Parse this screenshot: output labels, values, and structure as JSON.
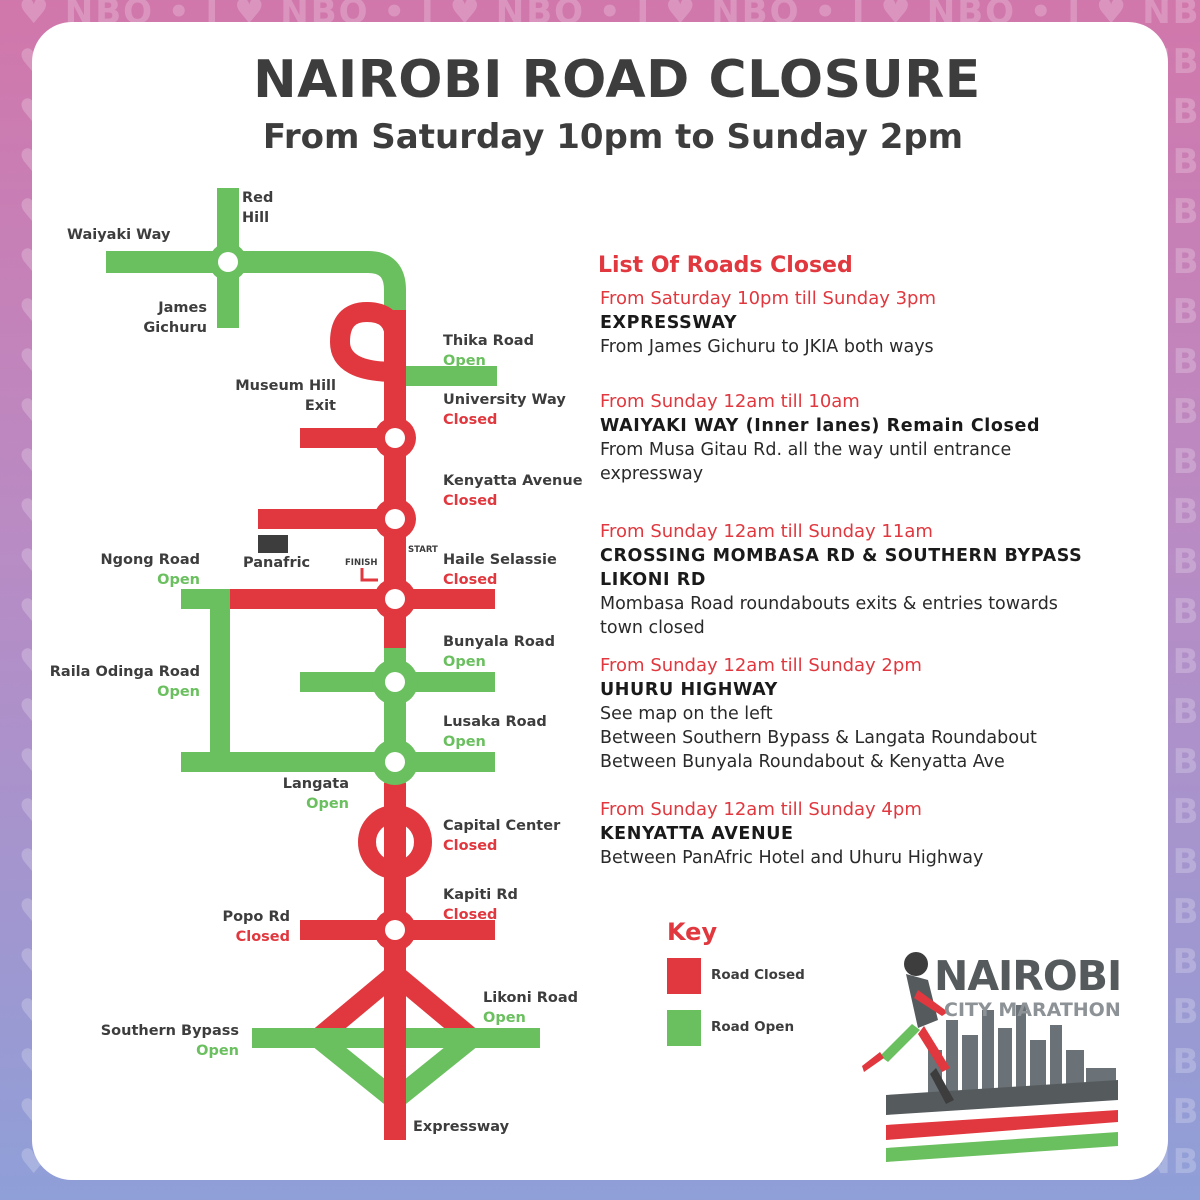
{
  "background": {
    "pattern_text": "I ♥ NBO • I ♥ NBO • I ♥ NBO • I ♥ NBO • I ♥ NBO • I ♥ NBO •"
  },
  "header": {
    "title": "NAIROBI ROAD CLOSURE",
    "subtitle": "From Saturday 10pm to Sunday 2pm"
  },
  "colors": {
    "closed": "#e0383e",
    "open": "#6abf5e",
    "title_text": "#3d3d3d",
    "card": "#ffffff"
  },
  "map": {
    "labels": {
      "red_hill": [
        "Red",
        "Hill"
      ],
      "waiyaki_way": "Waiyaki Way",
      "james_gichuru": [
        "James",
        "Gichuru"
      ],
      "thika_road": "Thika Road",
      "museum_hill_exit": [
        "Museum Hill",
        "Exit"
      ],
      "university_way": "University Way",
      "kenyatta_avenue": "Kenyatta Avenue",
      "panafric": "Panafric",
      "finish": "FINISH",
      "start": "START",
      "haile_selassie": "Haile Selassie",
      "ngong_road": "Ngong Road",
      "bunyala_road": "Bunyala Road",
      "raila_odinga_road": "Raila Odinga Road",
      "lusaka_road": "Lusaka Road",
      "langata": "Langata",
      "capital_center": "Capital Center",
      "kapiti_rd": "Kapiti Rd",
      "popo_rd": "Popo Rd",
      "likoni_road": "Likoni Road",
      "southern_bypass": "Southern Bypass",
      "expressway": "Expressway"
    },
    "status": {
      "open": "Open",
      "closed": "Closed"
    },
    "road_status": {
      "thika_road": "Open",
      "university_way": "Closed",
      "kenyatta_avenue": "Closed",
      "haile_selassie": "Closed",
      "ngong_road": "Open",
      "bunyala_road": "Open",
      "raila_odinga_road": "Open",
      "lusaka_road": "Open",
      "langata": "Open",
      "capital_center": "Closed",
      "kapiti_rd": "Closed",
      "popo_rd": "Closed",
      "likoni_road": "Open",
      "southern_bypass": "Open"
    }
  },
  "closures": {
    "heading": "List Of Roads Closed",
    "items": [
      {
        "when": "From Saturday 10pm till Sunday 3pm",
        "road": [
          "EXPRESSWAY"
        ],
        "details": [
          "From James Gichuru to JKIA both ways"
        ]
      },
      {
        "when": "From Sunday 12am till 10am",
        "road": [
          "WAIYAKI WAY (Inner lanes) Remain Closed"
        ],
        "details": [
          "From Musa Gitau Rd. all the way until entrance",
          "expressway"
        ]
      },
      {
        "when": "From Sunday 12am till Sunday 11am",
        "road": [
          "CROSSING MOMBASA RD & SOUTHERN BYPASS",
          "LIKONI RD"
        ],
        "details": [
          "Mombasa Road roundabouts exits & entries towards",
          "town closed"
        ]
      },
      {
        "when": "From Sunday 12am till Sunday 2pm",
        "road": [
          "UHURU HIGHWAY"
        ],
        "details": [
          "See map on the left",
          "Between Southern Bypass & Langata Roundabout",
          "Between Bunyala Roundabout & Kenyatta Ave"
        ]
      },
      {
        "when": "From Sunday 12am till Sunday 4pm",
        "road": [
          "KENYATTA AVENUE"
        ],
        "details": [
          "Between PanAfric Hotel and Uhuru Highway"
        ]
      }
    ]
  },
  "key": {
    "title": "Key",
    "closed_label": "Road Closed",
    "open_label": "Road Open"
  },
  "logo": {
    "main": "NAIROBI",
    "sub": "CITY MARATHON",
    "icon": "runner-skyline-logo"
  }
}
